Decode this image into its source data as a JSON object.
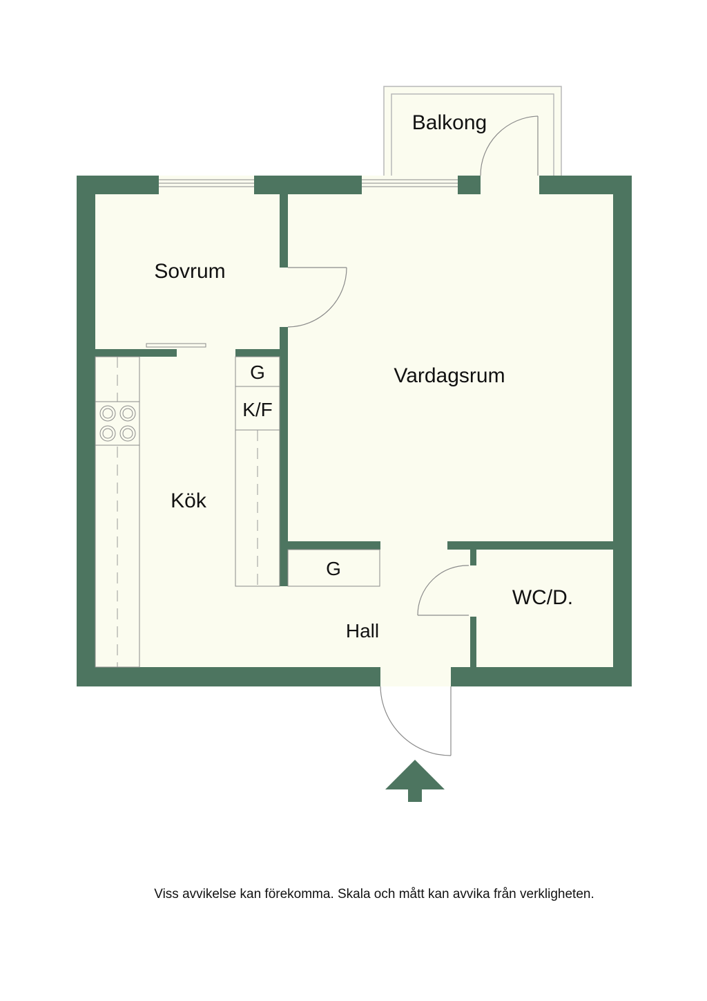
{
  "colors": {
    "wall": "#4d7560",
    "floor": "#fbfcef",
    "line": "#8a8a8a",
    "balcony_frame": "#b8b8b8",
    "text": "#111111"
  },
  "rooms": {
    "balkong": "Balkong",
    "sovrum": "Sovrum",
    "vardagsrum": "Vardagsrum",
    "kok": "Kök",
    "hall": "Hall",
    "wc": "WC/D."
  },
  "fixtures": {
    "wardrobe_kitchen": "G",
    "fridge_freezer": "K/F",
    "wardrobe_hall": "G"
  },
  "icons": {
    "entrance": "entrance-arrow-icon",
    "stove": "stove-icon"
  },
  "disclaimer": "Viss avvikelse kan förekomma. Skala och mått kan avvika från verkligheten."
}
